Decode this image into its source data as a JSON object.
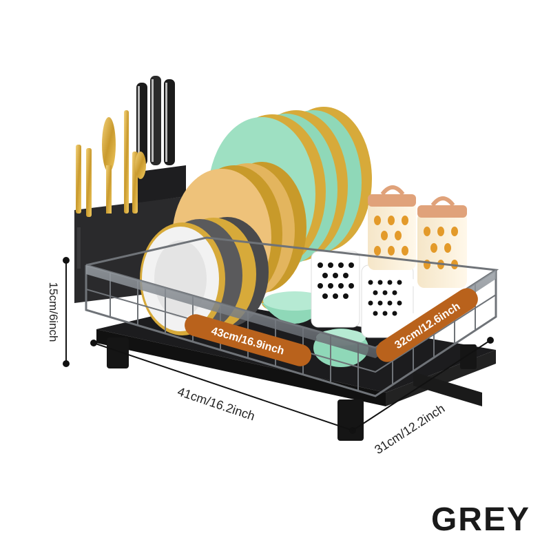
{
  "product": {
    "color_name": "GREY",
    "dimensions": {
      "height": "15cm/6inch",
      "base_length": "41cm/16.2inch",
      "base_width": "31cm/12.2inch",
      "rack_length": "43cm/16.9inch",
      "rack_width": "32cm/12.6inch"
    },
    "colors": {
      "frame": "#6f7378",
      "tray": "#1c1c1e",
      "pill": "#b9621c",
      "plate_green": "#8fd8b8",
      "plate_gold": "#d7aa3a"
    }
  }
}
